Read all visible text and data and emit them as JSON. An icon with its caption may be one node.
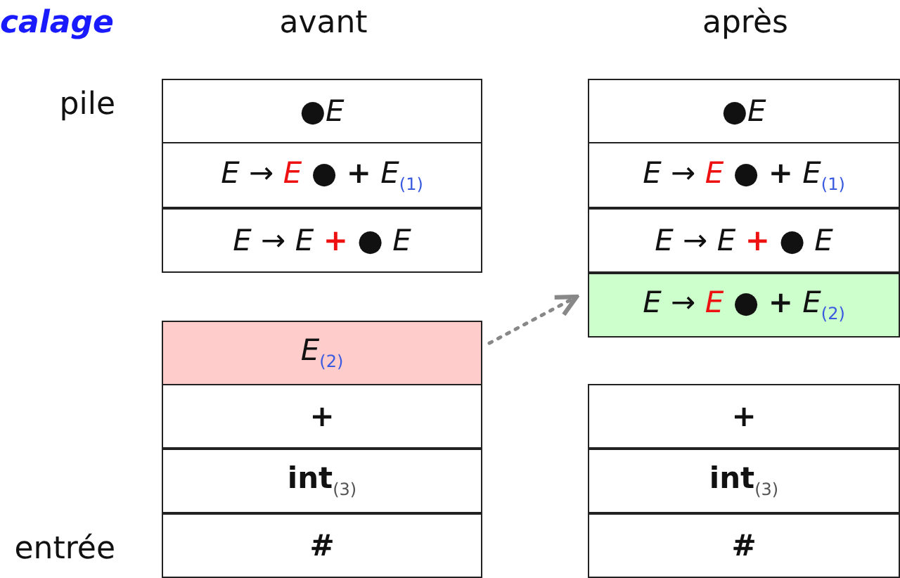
{
  "diagram": {
    "nodes": [
      {
        "text": [
          "●E"
        ]
      },
      {
        "text": [
          "E → E ● + E$_{(1)}$"
        ]
      },
      {
        "text": [
          "E → E + ● E"
        ]
      },
      {
        "text": [
          "E$_{(2)}$"
        ]
      },
      {
        "text": [
          "+"
        ]
      },
      {
        "text": [
          "**int**$_{(3)}$"
        ]
      },
      {
        "text": [
          "#"
        ]
      },
      {
        "text": [
          "●E"
        ]
      },
      {
        "text": [
          "E → E ● + E$_{(1)}$"
        ]
      },
      {
        "text": [
          "E → E + ● E"
        ]
      },
      {
        "text": [
          "E → E ● + E$_{(2)}$"
        ]
      },
      {
        "text": [
          "+"
        ]
      },
      {
        "text": [
          "**int**$_{(3)}$"
        ]
      },
      {
        "text": [
          "#"
        ]
      }
    ],
    "edges": [
      {
        "from": 3,
        "to": 10,
        "arrow": "to",
        "style": "dashed"
      }
    ],
    "labels": [
      "calage",
      "avant",
      "après",
      "pile",
      "entrée"
    ]
  }
}
